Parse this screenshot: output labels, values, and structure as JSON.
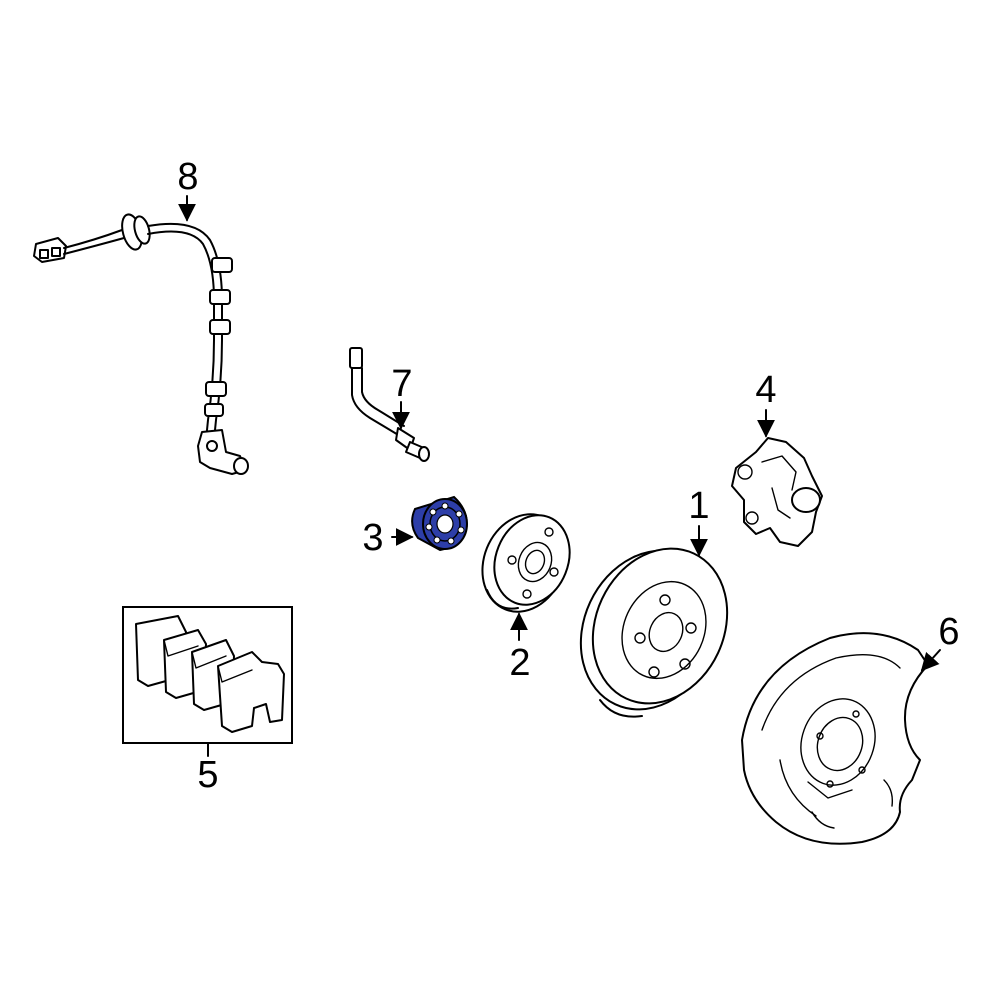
{
  "callouts": {
    "c1": "1",
    "c2": "2",
    "c3": "3",
    "c4": "4",
    "c5": "5",
    "c6": "6",
    "c7": "7",
    "c8": "8"
  },
  "colors": {
    "highlight": "#2d3ea8",
    "line": "#000000",
    "background": "#ffffff"
  },
  "highlighted_part": "3"
}
